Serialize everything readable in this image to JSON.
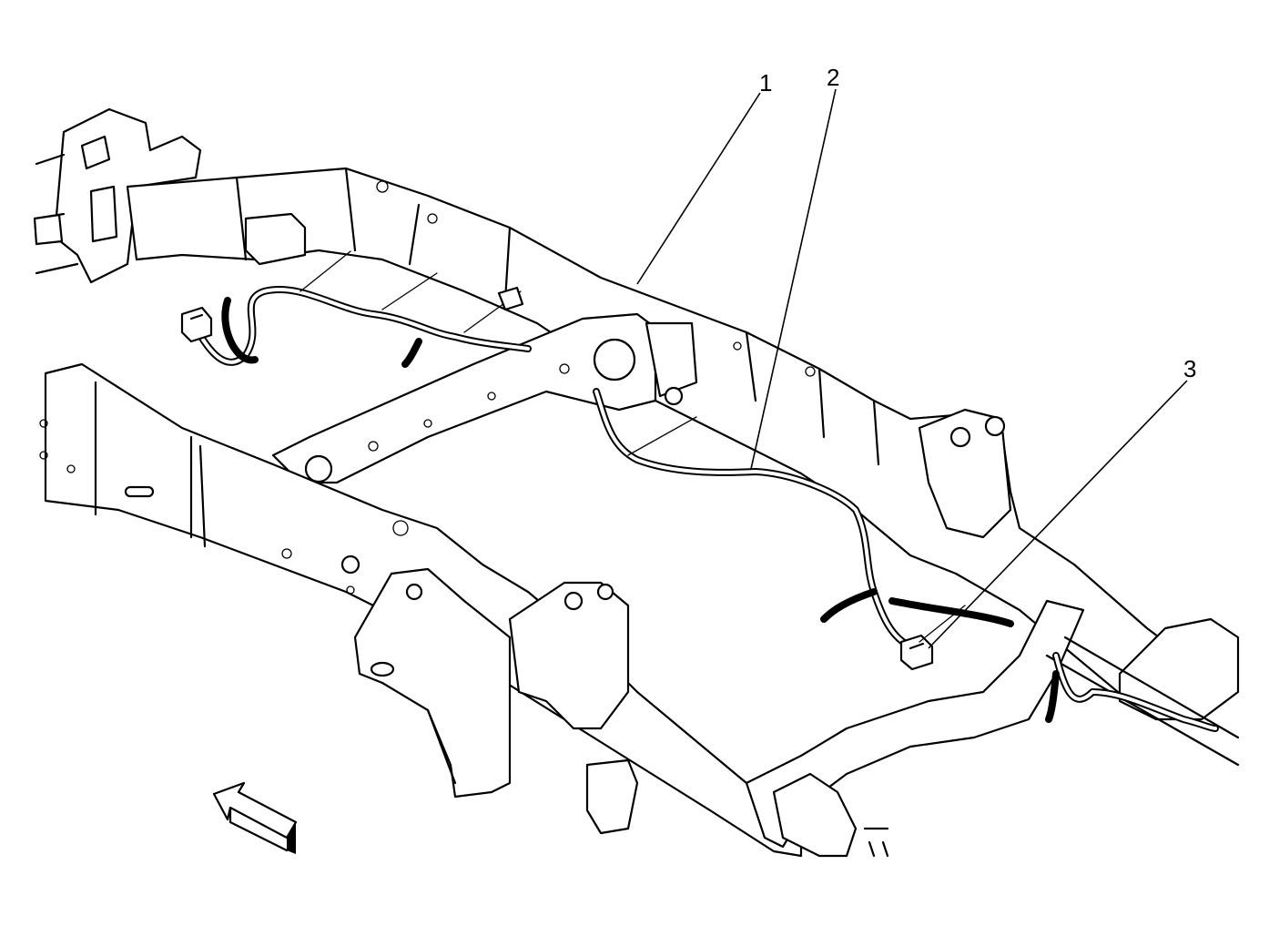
{
  "callouts": [
    {
      "id": "1",
      "label": "1"
    },
    {
      "id": "2",
      "label": "2"
    },
    {
      "id": "3",
      "label": "3"
    }
  ],
  "icons": {
    "direction_arrow": "arrow-forward-icon"
  },
  "colors": {
    "line": "#000000",
    "background": "#ffffff"
  }
}
